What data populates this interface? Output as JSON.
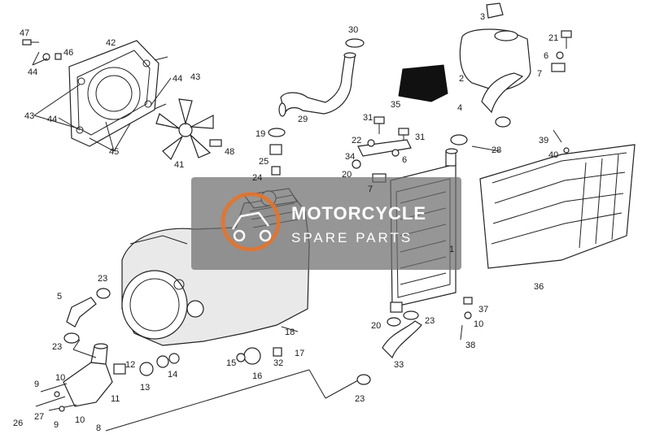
{
  "watermark": {
    "title": "MOTORCYCLE",
    "subtitle": "SPARE PARTS",
    "colors": {
      "box": "#6e6e6e",
      "accent": "#e8732a"
    }
  },
  "labels": [
    {
      "id": "l47",
      "text": "47"
    },
    {
      "id": "l46",
      "text": "46"
    },
    {
      "id": "l44a",
      "text": "44"
    },
    {
      "id": "l42",
      "text": "42"
    },
    {
      "id": "l44b",
      "text": "44"
    },
    {
      "id": "l43a",
      "text": "43"
    },
    {
      "id": "l43b",
      "text": "43"
    },
    {
      "id": "l44c",
      "text": "44"
    },
    {
      "id": "l45",
      "text": "45"
    },
    {
      "id": "l41",
      "text": "41"
    },
    {
      "id": "l48",
      "text": "48"
    },
    {
      "id": "l30",
      "text": "30"
    },
    {
      "id": "l29",
      "text": "29"
    },
    {
      "id": "l19",
      "text": "19"
    },
    {
      "id": "l25",
      "text": "25"
    },
    {
      "id": "l24",
      "text": "24"
    },
    {
      "id": "l3",
      "text": "3"
    },
    {
      "id": "l2",
      "text": "2"
    },
    {
      "id": "l4",
      "text": "4"
    },
    {
      "id": "l21",
      "text": "21"
    },
    {
      "id": "l6a",
      "text": "6"
    },
    {
      "id": "l7a",
      "text": "7"
    },
    {
      "id": "l35",
      "text": "35"
    },
    {
      "id": "l31a",
      "text": "31"
    },
    {
      "id": "l31b",
      "text": "31"
    },
    {
      "id": "l22",
      "text": "22"
    },
    {
      "id": "l34",
      "text": "34"
    },
    {
      "id": "l6b",
      "text": "6"
    },
    {
      "id": "l20a",
      "text": "20"
    },
    {
      "id": "l7b",
      "text": "7"
    },
    {
      "id": "l28",
      "text": "28"
    },
    {
      "id": "l39",
      "text": "39"
    },
    {
      "id": "l40",
      "text": "40"
    },
    {
      "id": "l1",
      "text": "1"
    },
    {
      "id": "l36",
      "text": "36"
    },
    {
      "id": "l37",
      "text": "37"
    },
    {
      "id": "l10a",
      "text": "10"
    },
    {
      "id": "l38",
      "text": "38"
    },
    {
      "id": "l20b",
      "text": "20"
    },
    {
      "id": "l23a",
      "text": "23"
    },
    {
      "id": "l33",
      "text": "33"
    },
    {
      "id": "l23b",
      "text": "23"
    },
    {
      "id": "l5",
      "text": "5"
    },
    {
      "id": "l23c",
      "text": "23"
    },
    {
      "id": "l18",
      "text": "18"
    },
    {
      "id": "l17",
      "text": "17"
    },
    {
      "id": "l15",
      "text": "15"
    },
    {
      "id": "l16",
      "text": "16"
    },
    {
      "id": "l32",
      "text": "32"
    },
    {
      "id": "l12",
      "text": "12"
    },
    {
      "id": "l13",
      "text": "13"
    },
    {
      "id": "l14",
      "text": "14"
    },
    {
      "id": "l11",
      "text": "11"
    },
    {
      "id": "l9a",
      "text": "9"
    },
    {
      "id": "l10b",
      "text": "10"
    },
    {
      "id": "l27",
      "text": "27"
    },
    {
      "id": "l26",
      "text": "26"
    },
    {
      "id": "l9b",
      "text": "9"
    },
    {
      "id": "l10c",
      "text": "10"
    },
    {
      "id": "l8",
      "text": "8"
    },
    {
      "id": "l23d",
      "text": "23"
    }
  ]
}
